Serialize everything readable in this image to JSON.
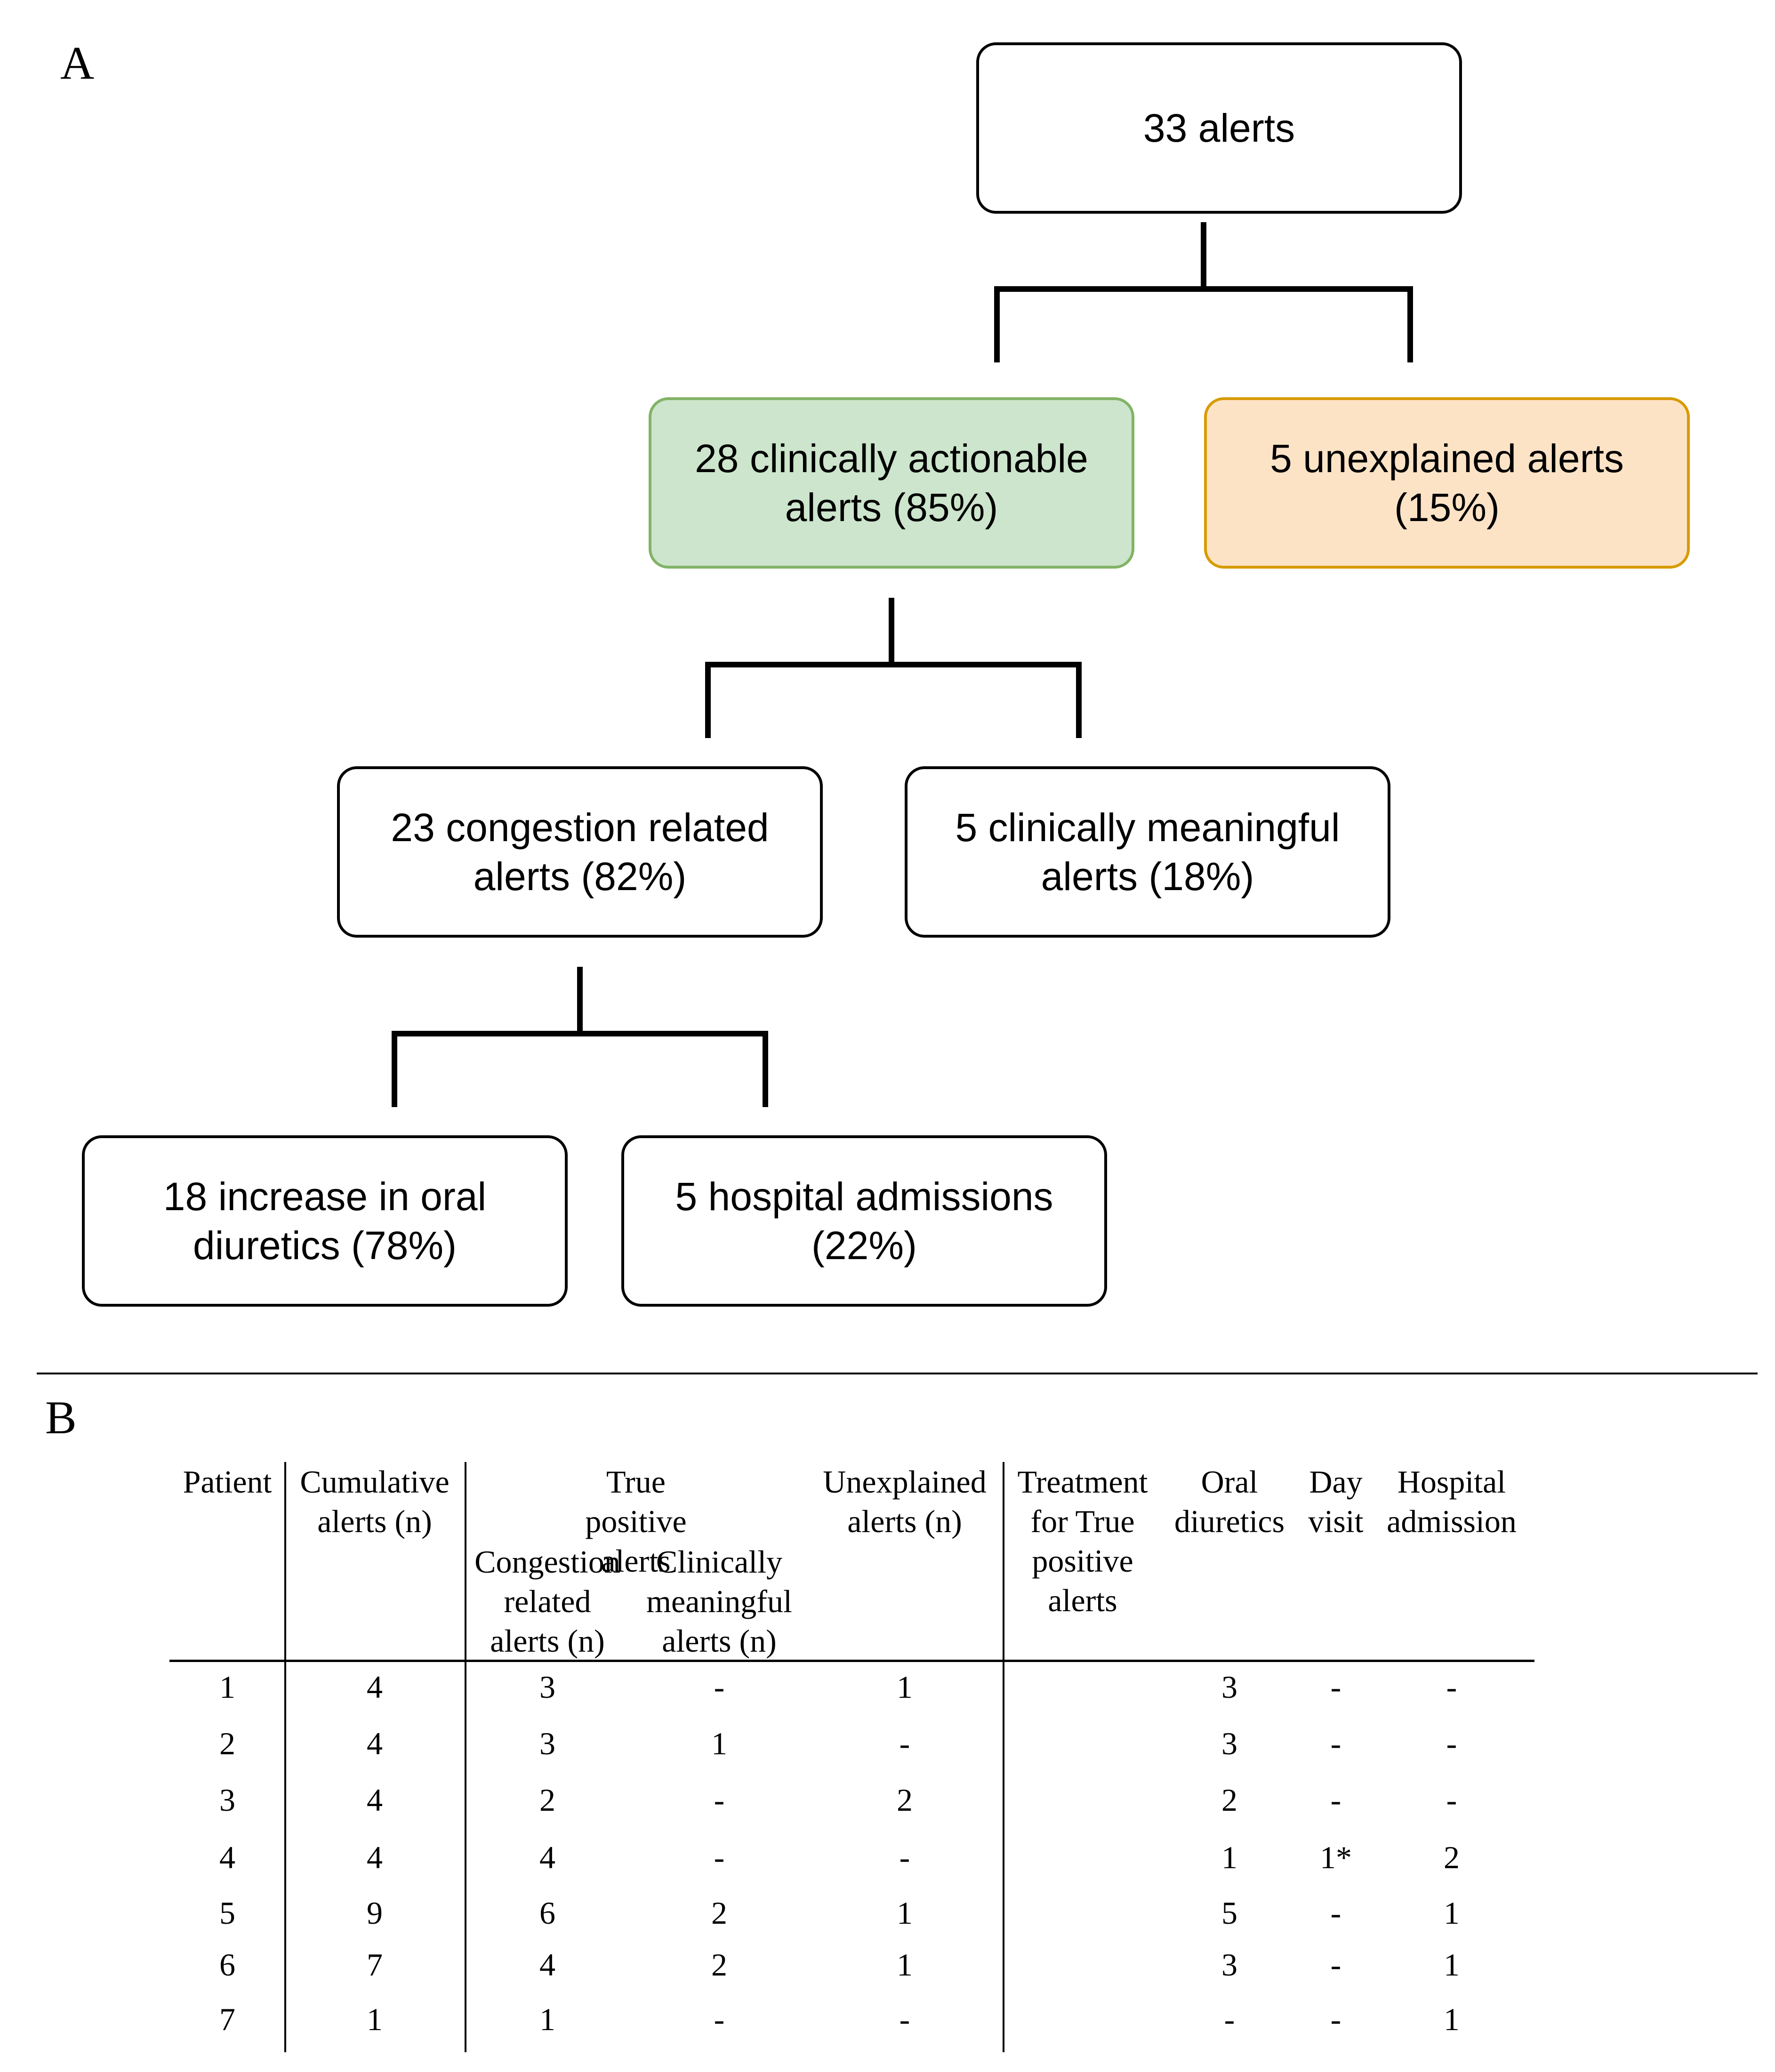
{
  "panel_a_label": "A",
  "panel_b_label": "B",
  "colors": {
    "actionable_fill": "#cce5cc",
    "actionable_border": "#82b366",
    "unexplained_fill": "#fde3c6",
    "unexplained_border": "#d79b00"
  },
  "flowchart": {
    "root": "33 alerts",
    "actionable": "28 clinically actionable alerts (85%)",
    "unexplained": "5 unexplained alerts (15%)",
    "congestion": "23 congestion related alerts (82%)",
    "meaningful": "5 clinically meaningful alerts (18%)",
    "oral": "18 increase in oral diuretics (78%)",
    "hospital": "5 hospital admissions (22%)"
  },
  "table": {
    "headers": {
      "patient": "Patient",
      "cumulative": "Cumulative\nalerts (n)",
      "true_positive": "True positive alerts",
      "congestion": "Congestion\nrelated\nalerts (n)",
      "meaningful": "Clinically\nmeaningful\nalerts (n)",
      "unexplained": "Unexplained\nalerts (n)",
      "treatment": "Treatment\nfor True\npositive\nalerts",
      "oral": "Oral\ndiuretics",
      "day": "Day\nvisit",
      "hospital": "Hospital\nadmission"
    },
    "rows": [
      [
        "1",
        "4",
        "3",
        "-",
        "1",
        "3",
        "-",
        "-"
      ],
      [
        "2",
        "4",
        "3",
        "1",
        "-",
        "3",
        "-",
        "-"
      ],
      [
        "3",
        "4",
        "2",
        "-",
        "2",
        "2",
        "-",
        "-"
      ],
      [
        "4",
        "4",
        "4",
        "-",
        "-",
        "1",
        "1*",
        "2"
      ],
      [
        "5",
        "9",
        "6",
        "2",
        "1",
        "5",
        "-",
        "1"
      ],
      [
        "6",
        "7",
        "4",
        "2",
        "1",
        "3",
        "-",
        "1"
      ],
      [
        "7",
        "1",
        "1",
        "-",
        "-",
        "-",
        "-",
        "1"
      ]
    ]
  }
}
